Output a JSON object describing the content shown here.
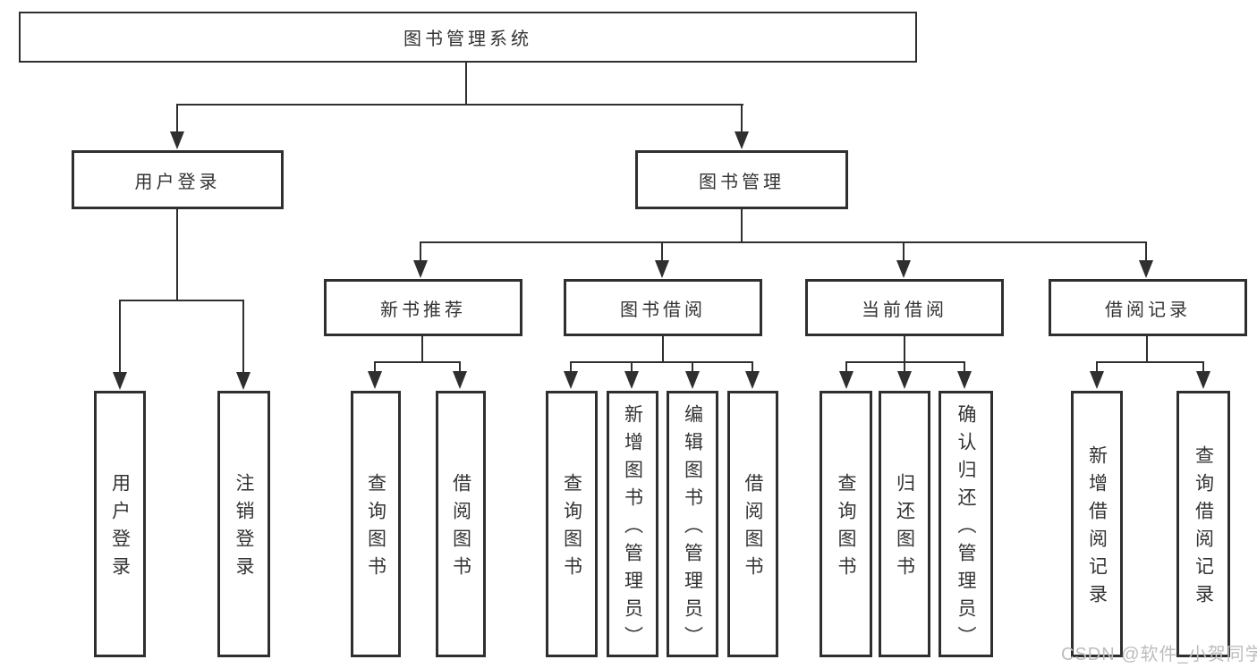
{
  "diagram": {
    "title": "图书管理系统",
    "level2": [
      "用户登录",
      "图书管理"
    ],
    "level3": [
      "新书推荐",
      "图书借阅",
      "当前借阅",
      "借阅记录"
    ],
    "leaves": {
      "user_login": [
        "用户登录",
        "注销登录"
      ],
      "new_book_recommend": [
        "查询图书",
        "借阅图书"
      ],
      "book_borrow": [
        "查询图书",
        "新增图书（管理员）",
        "编辑图书（管理员）",
        "借阅图书"
      ],
      "current_borrow": [
        "查询图书",
        "归还图书",
        "确认归还（管理员）"
      ],
      "borrow_records": [
        "新增借阅记录",
        "查询借阅记录"
      ]
    }
  },
  "watermark": "CSDN @软件_小贺同学",
  "colors": {
    "line": "#2f2f2f",
    "text": "#333333",
    "background": "#ffffff",
    "watermark": "#bdbdbd"
  }
}
